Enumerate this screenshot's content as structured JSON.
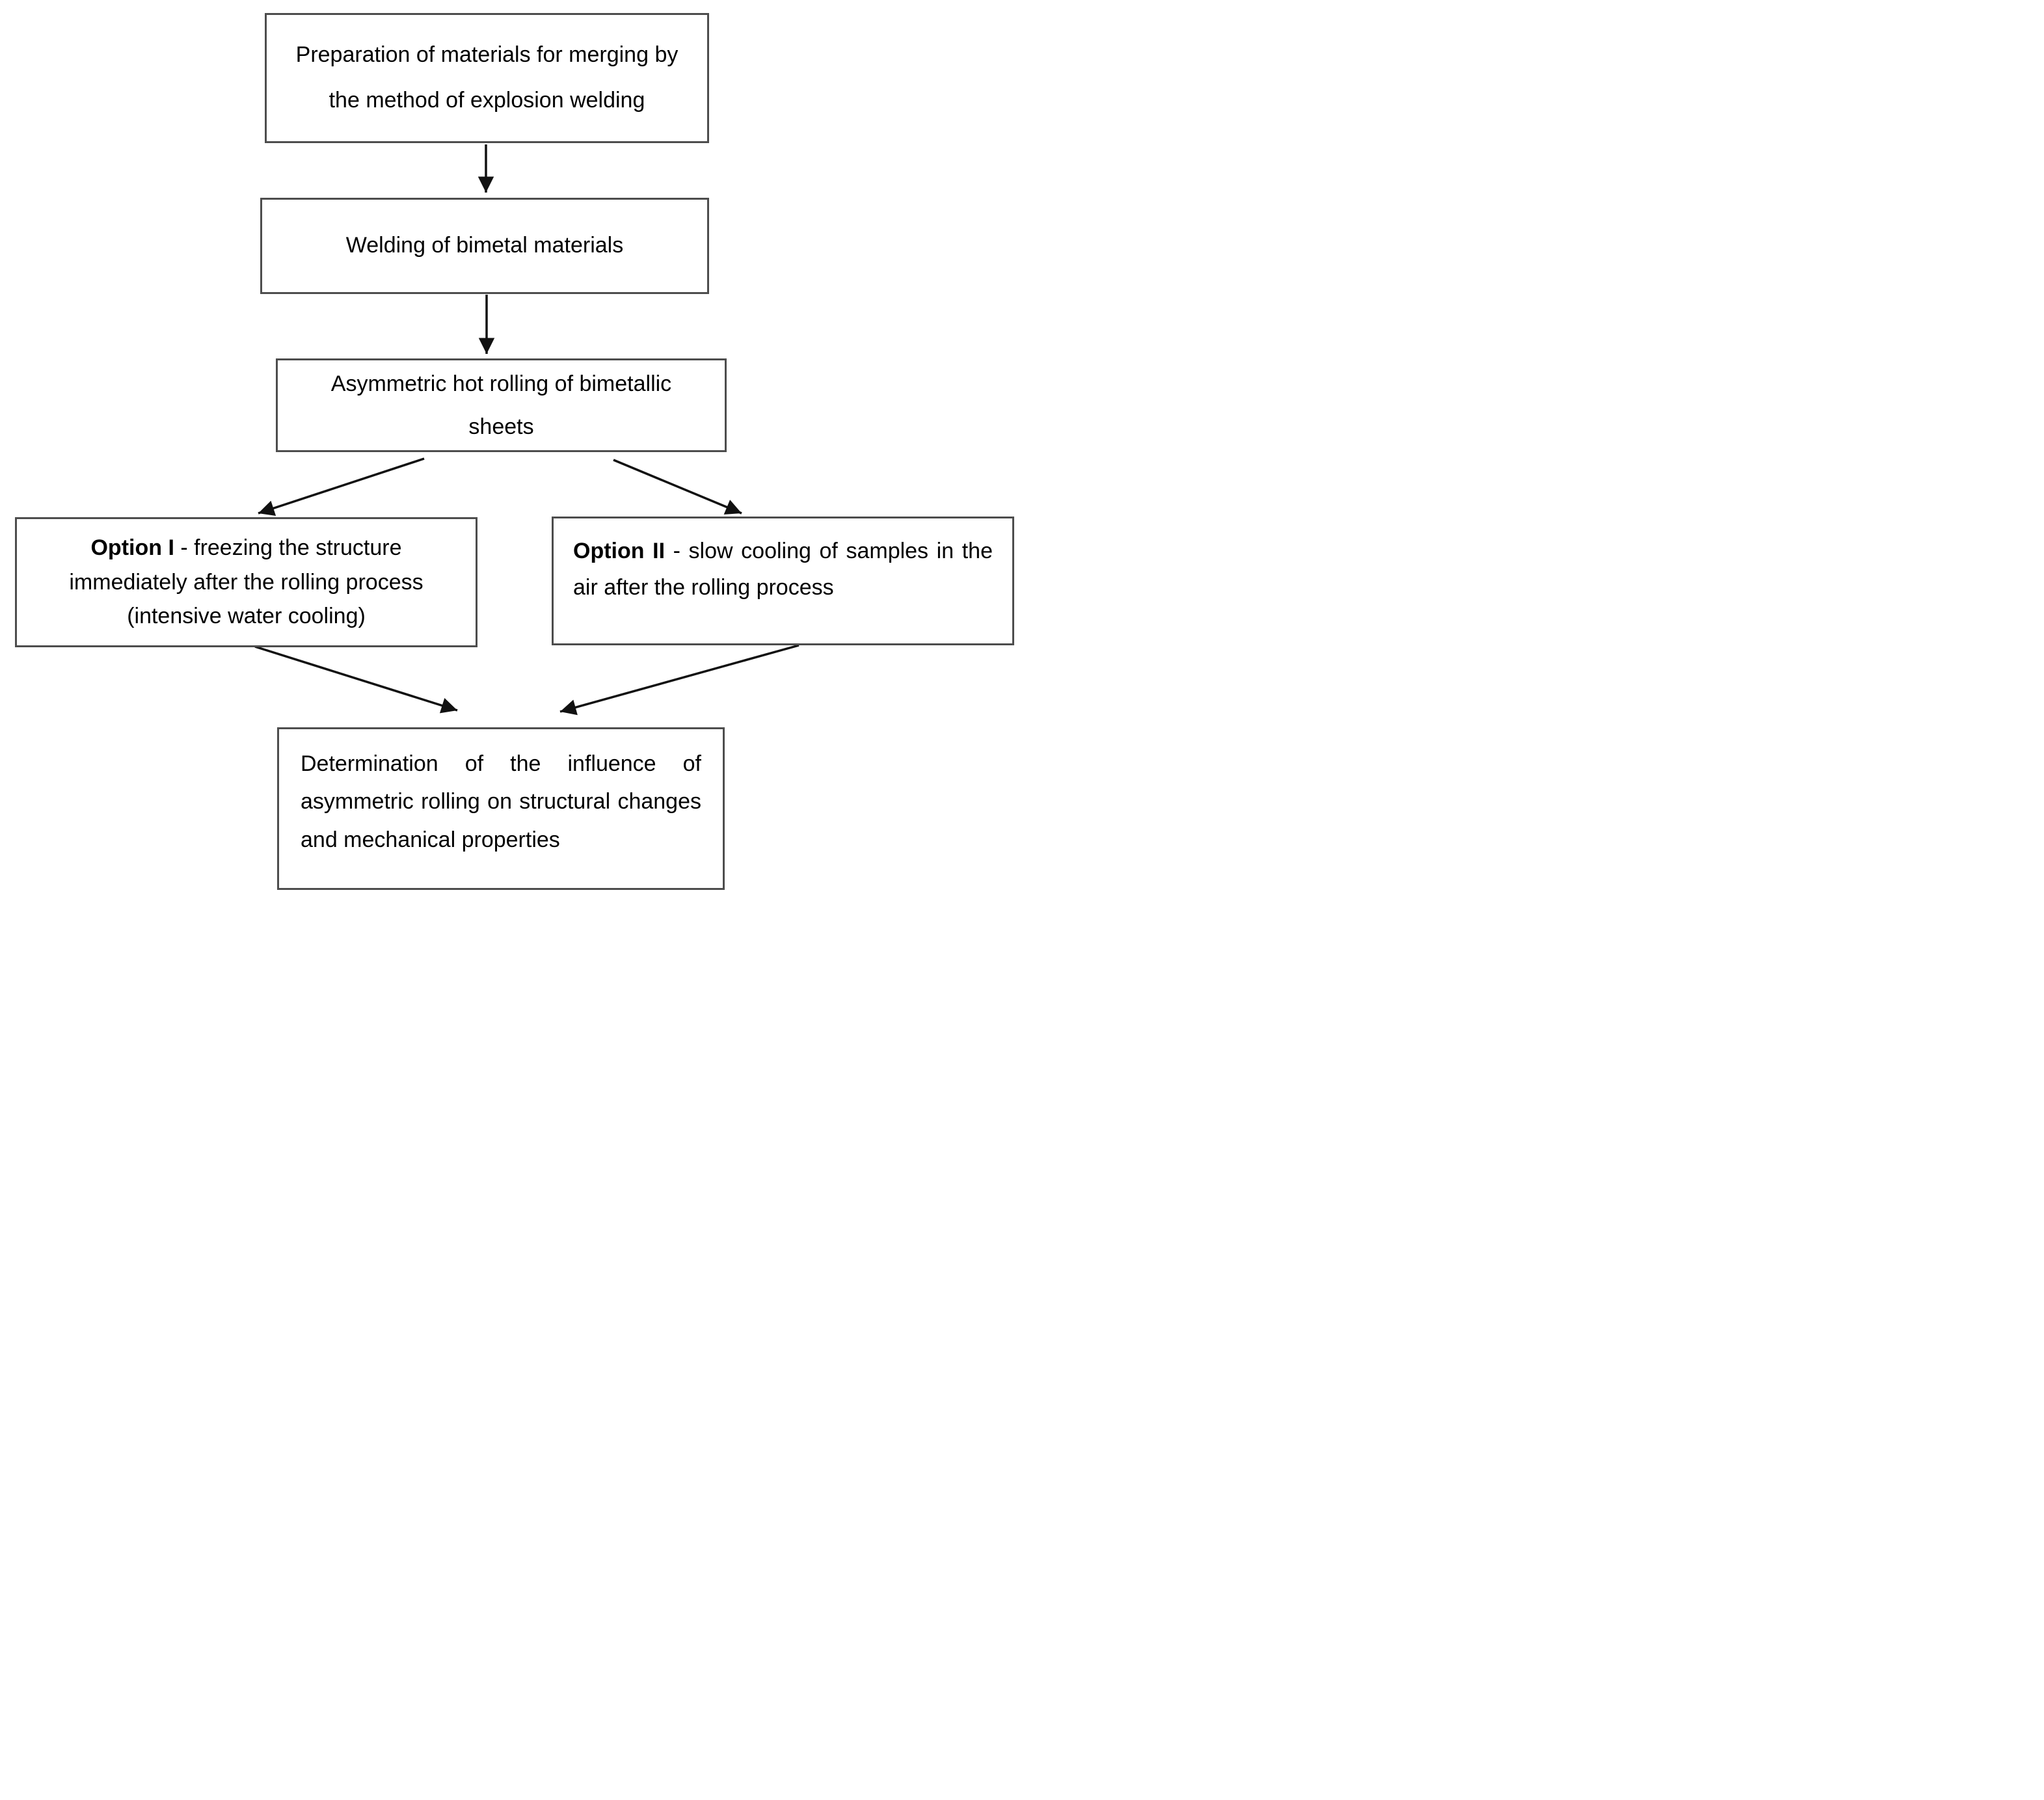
{
  "diagram": {
    "title": "Explosion welding and asymmetric rolling process flowchart",
    "background_color": "#ffffff",
    "box_border_color": "#4d4d4d",
    "arrow_color": "#111111",
    "text_color": "#000000"
  },
  "nodes": {
    "preparation": {
      "text": "Preparation of materials for merging by the method of explosion welding"
    },
    "welding": {
      "text": "Welding of bimetal materials"
    },
    "rolling": {
      "text": "Asymmetric hot rolling of bimetallic sheets"
    },
    "option1": {
      "label": "Option I",
      "text": " - freezing the structure immediately after the rolling process (intensive water cooling)"
    },
    "option2": {
      "label": "Option II",
      "text": " - slow cooling of samples in the air after the rolling process"
    },
    "determination": {
      "text": "Determination of the influence of asymmetric rolling on structural changes and mechanical properties"
    }
  },
  "edges": [
    {
      "from": "preparation",
      "to": "welding"
    },
    {
      "from": "welding",
      "to": "rolling"
    },
    {
      "from": "rolling",
      "to": "option1"
    },
    {
      "from": "rolling",
      "to": "option2"
    },
    {
      "from": "option1",
      "to": "determination"
    },
    {
      "from": "option2",
      "to": "determination"
    }
  ]
}
